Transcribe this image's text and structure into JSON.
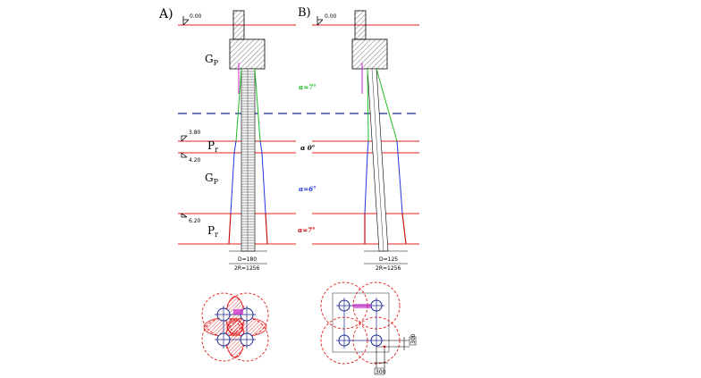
{
  "labels": {
    "panel_a": "A)",
    "panel_b": "B)",
    "elev_top": "0.00",
    "elev_380": "3.80",
    "elev_420": "4.20",
    "elev_620": "6.20",
    "gp": "G",
    "gp_sub": "P",
    "pr": "P",
    "pr_sub": "r",
    "angle_green": "α=7°",
    "angle_black": "α 0°",
    "angle_blue": "α=6°",
    "angle_red": "α=7°",
    "dim_a_d": "D=180",
    "dim_a_2r": "2R=1256",
    "dim_b_d": "D=125",
    "dim_b_2r": "2R=1256",
    "dim_b_side": "300",
    "dim_b_bottom": "300"
  },
  "colors": {
    "red": "#e02020",
    "navy": "#1a2a8c",
    "green": "#22bb22",
    "magenta": "#cc22cc",
    "blue": "#2233dd",
    "dred": "#cc1111"
  }
}
